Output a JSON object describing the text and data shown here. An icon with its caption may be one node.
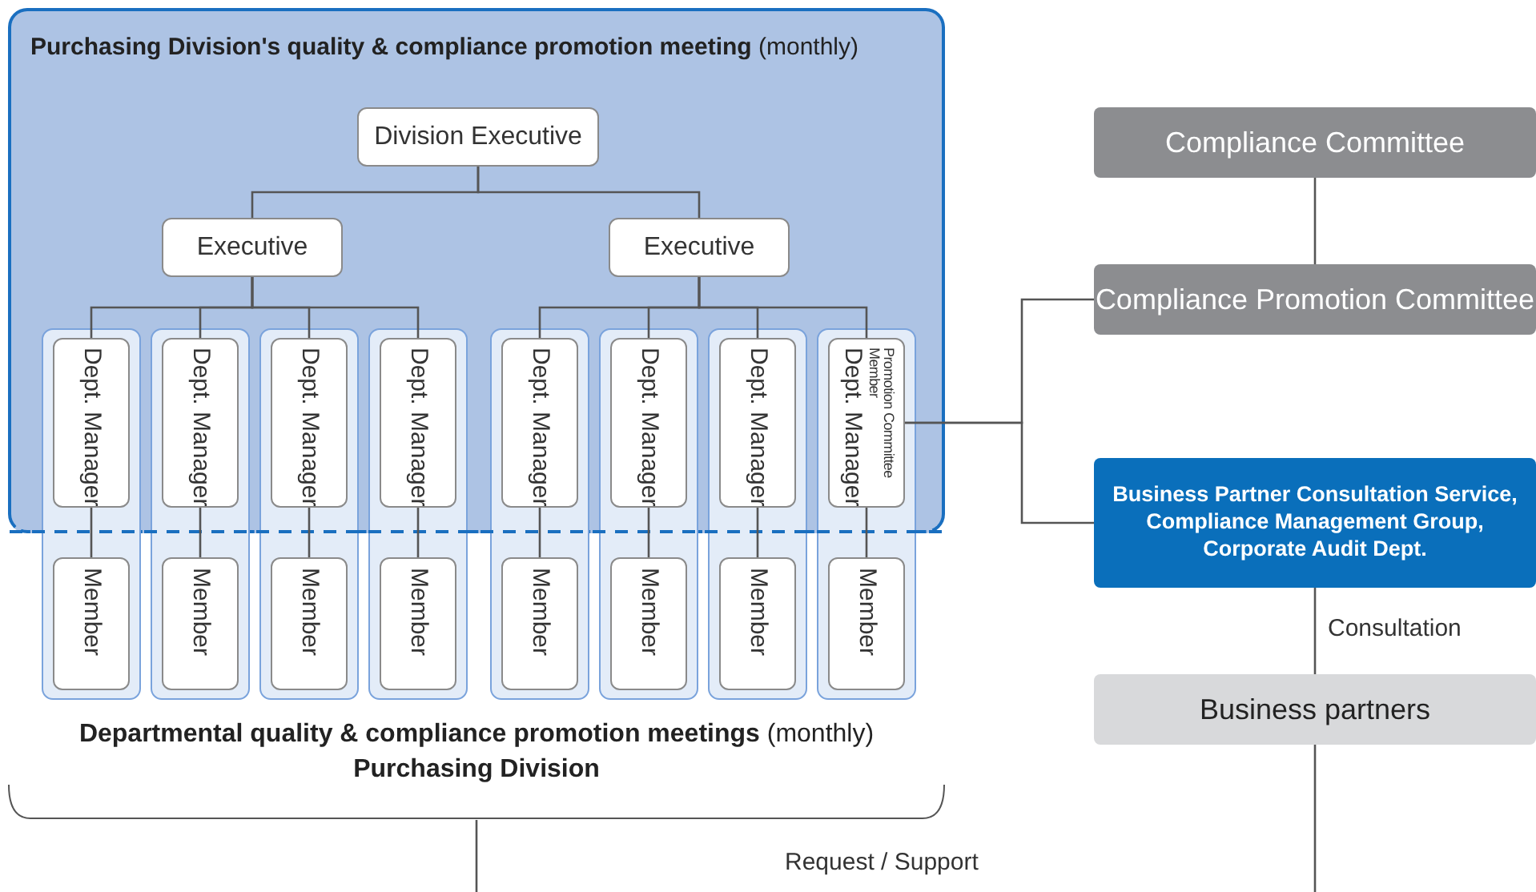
{
  "diagram": {
    "nodes": [
      {
        "text": [
          "**Purchasing Division's quality & compliance promotion meeting** (monthly)"
        ]
      },
      {
        "text": [
          "Division Executive"
        ],
        "in": 0
      },
      {
        "text": [
          "Executive"
        ],
        "in": 0
      },
      {
        "text": [
          "Executive"
        ],
        "in": 0
      },
      {
        "text": [],
        "shape": "box"
      },
      {
        "text": [
          "Dept. Manager"
        ]
      },
      {
        "text": [
          "Member"
        ],
        "in": 4
      },
      {
        "text": [],
        "shape": "box"
      },
      {
        "text": [
          "Dept. Manager"
        ]
      },
      {
        "text": [
          "Member"
        ],
        "in": 7
      },
      {
        "text": [],
        "shape": "box"
      },
      {
        "text": [
          "Dept. Manager"
        ]
      },
      {
        "text": [
          "Member"
        ],
        "in": 10
      },
      {
        "text": [],
        "shape": "box"
      },
      {
        "text": [
          "Dept. Manager"
        ]
      },
      {
        "text": [
          "Member"
        ],
        "in": 13
      },
      {
        "text": [],
        "shape": "box"
      },
      {
        "text": [
          "Dept. Manager"
        ]
      },
      {
        "text": [
          "Member"
        ],
        "in": 16
      },
      {
        "text": [],
        "shape": "box"
      },
      {
        "text": [
          "Dept. Manager"
        ]
      },
      {
        "text": [
          "Member"
        ],
        "in": 19
      },
      {
        "text": [],
        "shape": "box"
      },
      {
        "text": [
          "Dept. Manager"
        ]
      },
      {
        "text": [
          "Member"
        ],
        "in": 22
      },
      {
        "text": [],
        "shape": "box"
      },
      {
        "text": [
          "Promotion Committee Member",
          "Dept. Manager"
        ]
      },
      {
        "text": [
          "Member"
        ],
        "in": 25
      },
      {
        "text": [
          "Compliance Committee"
        ]
      },
      {
        "text": [
          "Compliance Promotion Committee"
        ]
      },
      {
        "text": [
          "Business Partner Consultation Service, Compliance Management Group, Corporate Audit Dept."
        ]
      },
      {
        "text": [
          "Business partners"
        ]
      },
      {
        "text": [
          "**Departmental quality & compliance promotion meetings** (monthly)",
          "Purchasing Division"
        ]
      }
    ],
    "edges": [
      {
        "from": 1,
        "to": 2,
        "arrow": "none"
      },
      {
        "from": 1,
        "to": 3,
        "arrow": "none"
      },
      {
        "from": 2,
        "to": 5,
        "arrow": "none"
      },
      {
        "from": 2,
        "to": 8,
        "arrow": "none"
      },
      {
        "from": 2,
        "to": 11,
        "arrow": "none"
      },
      {
        "from": 2,
        "to": 14,
        "arrow": "none"
      },
      {
        "from": 3,
        "to": 17,
        "arrow": "none"
      },
      {
        "from": 3,
        "to": 20,
        "arrow": "none"
      },
      {
        "from": 3,
        "to": 23,
        "arrow": "none"
      },
      {
        "from": 3,
        "to": 26,
        "arrow": "none"
      },
      {
        "from": 5,
        "to": 6,
        "arrow": "none"
      },
      {
        "from": 8,
        "to": 9,
        "arrow": "none"
      },
      {
        "from": 11,
        "to": 12,
        "arrow": "none"
      },
      {
        "from": 14,
        "to": 15,
        "arrow": "none"
      },
      {
        "from": 17,
        "to": 18,
        "arrow": "none"
      },
      {
        "from": 20,
        "to": 21,
        "arrow": "none"
      },
      {
        "from": 23,
        "to": 24,
        "arrow": "none"
      },
      {
        "from": 26,
        "to": 27,
        "arrow": "none"
      },
      {
        "from": 26,
        "to": 29,
        "arrow": "none"
      },
      {
        "from": 26,
        "to": 30,
        "arrow": "none"
      },
      {
        "from": 28,
        "to": 29,
        "arrow": "none"
      },
      {
        "from": 30,
        "to": 31,
        "label": "Consultation",
        "arrow": "none"
      },
      {
        "from": 31,
        "to": null,
        "arrow": "none"
      },
      {
        "from": 32,
        "to": null,
        "arrow": "none"
      }
    ],
    "labels": [
      "Request / Support"
    ]
  }
}
